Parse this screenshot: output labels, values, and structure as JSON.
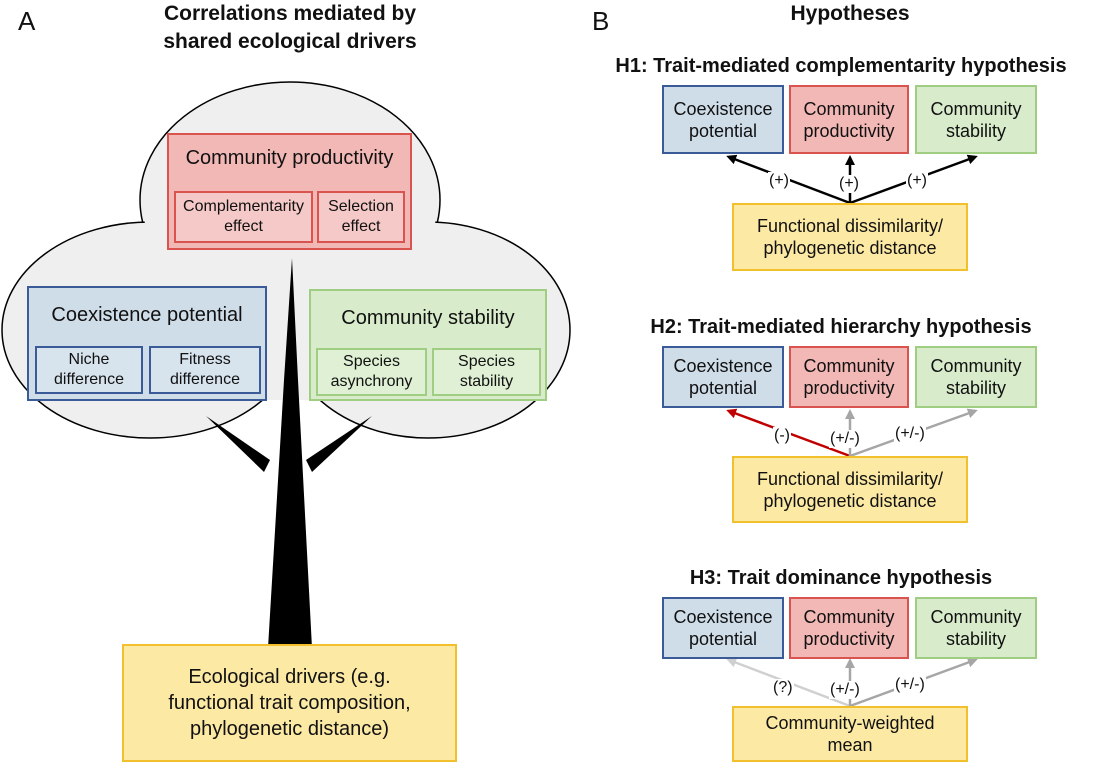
{
  "panel_a": {
    "letter": "A",
    "title_line1": "Correlations mediated by",
    "title_line2": "shared ecological drivers",
    "productivity": {
      "title": "Community productivity",
      "left_line1": "Complementarity",
      "left_line2": "effect",
      "right_line1": "Selection",
      "right_line2": "effect"
    },
    "coexistence": {
      "title": "Coexistence potential",
      "left_line1": "Niche",
      "left_line2": "difference",
      "right_line1": "Fitness",
      "right_line2": "difference"
    },
    "stability": {
      "title": "Community stability",
      "left_line1": "Species",
      "left_line2": "asynchrony",
      "right_line1": "Species",
      "right_line2": "stability"
    },
    "drivers": {
      "line1": "Ecological drivers (e.g.",
      "line2": "functional trait composition,",
      "line3": "phylogenetic distance)"
    }
  },
  "panel_b": {
    "letter": "B",
    "title": "Hypotheses",
    "colors": {
      "positive": "#000000",
      "negative": "#c00000",
      "ambiguous": "#a6a6a6",
      "unknown": "#d0d0d0"
    },
    "h1": {
      "title": "H1: Trait-mediated complementarity hypothesis",
      "coexistence_line1": "Coexistence",
      "coexistence_line2": "potential",
      "productivity_line1": "Community",
      "productivity_line2": "productivity",
      "stability_line1": "Community",
      "stability_line2": "stability",
      "driver_line1": "Functional dissimilarity/",
      "driver_line2": "phylogenetic distance",
      "sign_coexistence": "(+)",
      "sign_productivity": "(+)",
      "sign_stability": "(+)"
    },
    "h2": {
      "title": "H2: Trait-mediated hierarchy hypothesis",
      "coexistence_line1": "Coexistence",
      "coexistence_line2": "potential",
      "productivity_line1": "Community",
      "productivity_line2": "productivity",
      "stability_line1": "Community",
      "stability_line2": "stability",
      "driver_line1": "Functional dissimilarity/",
      "driver_line2": "phylogenetic distance",
      "sign_coexistence": "(-)",
      "sign_productivity": "(+/-)",
      "sign_stability": "(+/-)"
    },
    "h3": {
      "title": "H3: Trait dominance hypothesis",
      "coexistence_line1": "Coexistence",
      "coexistence_line2": "potential",
      "productivity_line1": "Community",
      "productivity_line2": "productivity",
      "stability_line1": "Community",
      "stability_line2": "stability",
      "driver_line1": "Community-weighted",
      "driver_line2": "mean",
      "sign_coexistence": "(?)",
      "sign_productivity": "(+/-)",
      "sign_stability": "(+/-)"
    }
  }
}
